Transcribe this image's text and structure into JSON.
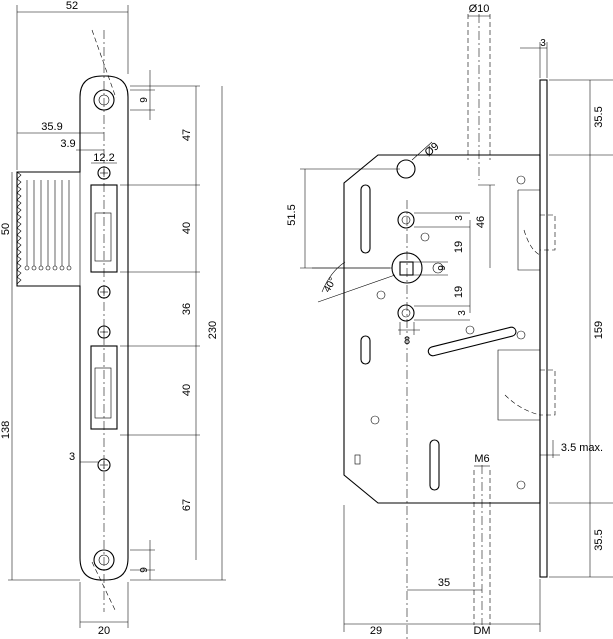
{
  "faceplate": {
    "width_top": "52",
    "bolt_projection": "35.9",
    "latch_setback": "3.9",
    "latch_width": "12.2",
    "bolt_height": "50",
    "screw_hole_top": "9",
    "seg_47": "47",
    "seg_40a": "40",
    "seg_36": "36",
    "total_230": "230",
    "seg_40b": "40",
    "height_138": "138",
    "screw_offset": "3",
    "seg_67": "67",
    "screw_hole_bottom": "9",
    "width_bottom": "20"
  },
  "body": {
    "spindle_top": "Ø10",
    "plate_thickness": "3",
    "top_35_5": "35.5",
    "cylinder_dia": "Ø9",
    "dist_51_5": "51.5",
    "hole_3a": "3",
    "dist_46": "46",
    "follower_9": "9",
    "dist_19a": "19",
    "angle_40": "40°",
    "dist_19b": "19",
    "hole_3b": "3",
    "square_8": "8",
    "height_159": "159",
    "max_3_5": "3.5 max.",
    "thread_m6": "M6",
    "bottom_35_5": "35.5",
    "dist_35": "35",
    "backset_29": "29",
    "backset_dm": "DM"
  }
}
